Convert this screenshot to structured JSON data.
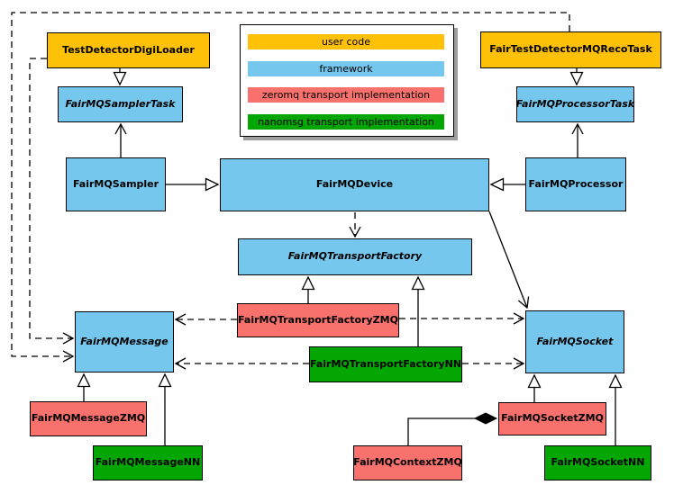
{
  "legend": {
    "items": [
      {
        "label": "user code",
        "color": "#FFC107"
      },
      {
        "label": "framework",
        "color": "#76C7EE"
      },
      {
        "label": "zeromq transport implementation",
        "color": "#F8716C"
      },
      {
        "label": "nanomsg transport implementation",
        "color": "#03A603"
      }
    ]
  },
  "colors": {
    "user_code": "#FFC107",
    "framework": "#76C7EE",
    "zeromq_transport": "#F8716C",
    "nanomsg_transport": "#03A603",
    "line": "#000000",
    "legend_shadow": "#9e9e9e"
  },
  "nodes": {
    "digiLoader": {
      "label": "TestDetectorDigiLoader",
      "category": "user code",
      "abstract": false
    },
    "recoTask": {
      "label": "FairTestDetectorMQRecoTask",
      "category": "user code",
      "abstract": false
    },
    "samplerTask": {
      "label": "FairMQSamplerTask",
      "category": "framework",
      "abstract": true
    },
    "processorTask": {
      "label": "FairMQProcessorTask",
      "category": "framework",
      "abstract": true
    },
    "sampler": {
      "label": "FairMQSampler",
      "category": "framework",
      "abstract": false
    },
    "device": {
      "label": "FairMQDevice",
      "category": "framework",
      "abstract": false
    },
    "processor": {
      "label": "FairMQProcessor",
      "category": "framework",
      "abstract": false
    },
    "transportFactory": {
      "label": "FairMQTransportFactory",
      "category": "framework",
      "abstract": true
    },
    "transportFactoryZMQ": {
      "label": "FairMQTransportFactoryZMQ",
      "category": "zeromq",
      "abstract": false
    },
    "transportFactoryNN": {
      "label": "FairMQTransportFactoryNN",
      "category": "nanomsg",
      "abstract": false
    },
    "message": {
      "label": "FairMQMessage",
      "category": "framework",
      "abstract": true
    },
    "socket": {
      "label": "FairMQSocket",
      "category": "framework",
      "abstract": true
    },
    "messageZMQ": {
      "label": "FairMQMessageZMQ",
      "category": "zeromq",
      "abstract": false
    },
    "messageNN": {
      "label": "FairMQMessageNN",
      "category": "nanomsg",
      "abstract": false
    },
    "contextZMQ": {
      "label": "FairMQContextZMQ",
      "category": "zeromq",
      "abstract": false
    },
    "socketZMQ": {
      "label": "FairMQSocketZMQ",
      "category": "zeromq",
      "abstract": false
    },
    "socketNN": {
      "label": "FairMQSocketNN",
      "category": "nanomsg",
      "abstract": false
    }
  },
  "edges": [
    {
      "from": "TestDetectorDigiLoader",
      "to": "FairMQSamplerTask",
      "kind": "inheritance",
      "style": "solid"
    },
    {
      "from": "FairTestDetectorMQRecoTask",
      "to": "FairMQProcessorTask",
      "kind": "inheritance",
      "style": "solid"
    },
    {
      "from": "FairMQSampler",
      "to": "FairMQSamplerTask",
      "kind": "association",
      "style": "solid"
    },
    {
      "from": "FairMQProcessor",
      "to": "FairMQProcessorTask",
      "kind": "association",
      "style": "solid"
    },
    {
      "from": "FairMQSampler",
      "to": "FairMQDevice",
      "kind": "inheritance",
      "style": "solid"
    },
    {
      "from": "FairMQProcessor",
      "to": "FairMQDevice",
      "kind": "inheritance",
      "style": "solid"
    },
    {
      "from": "FairMQDevice",
      "to": "FairMQTransportFactory",
      "kind": "dependency",
      "style": "dashed"
    },
    {
      "from": "FairMQDevice",
      "to": "FairMQSocket",
      "kind": "association",
      "style": "solid"
    },
    {
      "from": "FairMQTransportFactoryZMQ",
      "to": "FairMQTransportFactory",
      "kind": "inheritance",
      "style": "solid"
    },
    {
      "from": "FairMQTransportFactoryNN",
      "to": "FairMQTransportFactory",
      "kind": "inheritance",
      "style": "solid"
    },
    {
      "from": "FairMQTransportFactoryZMQ",
      "to": "FairMQMessage",
      "kind": "dependency",
      "style": "dashed"
    },
    {
      "from": "FairMQTransportFactoryZMQ",
      "to": "FairMQSocket",
      "kind": "dependency",
      "style": "dashed"
    },
    {
      "from": "FairMQTransportFactoryNN",
      "to": "FairMQMessage",
      "kind": "dependency",
      "style": "dashed"
    },
    {
      "from": "FairMQTransportFactoryNN",
      "to": "FairMQSocket",
      "kind": "dependency",
      "style": "dashed"
    },
    {
      "from": "FairMQMessageZMQ",
      "to": "FairMQMessage",
      "kind": "inheritance",
      "style": "solid"
    },
    {
      "from": "FairMQMessageNN",
      "to": "FairMQMessage",
      "kind": "inheritance",
      "style": "solid"
    },
    {
      "from": "FairMQSocketZMQ",
      "to": "FairMQSocket",
      "kind": "inheritance",
      "style": "solid"
    },
    {
      "from": "FairMQSocketNN",
      "to": "FairMQSocket",
      "kind": "inheritance",
      "style": "solid"
    },
    {
      "from": "FairMQContextZMQ",
      "to": "FairMQSocketZMQ",
      "kind": "composition",
      "style": "solid"
    },
    {
      "from": "TestDetectorDigiLoader",
      "to": "FairMQMessage",
      "kind": "dependency",
      "style": "dashed"
    },
    {
      "from": "FairTestDetectorMQRecoTask",
      "to": "FairMQMessage",
      "kind": "dependency",
      "style": "dashed"
    }
  ]
}
